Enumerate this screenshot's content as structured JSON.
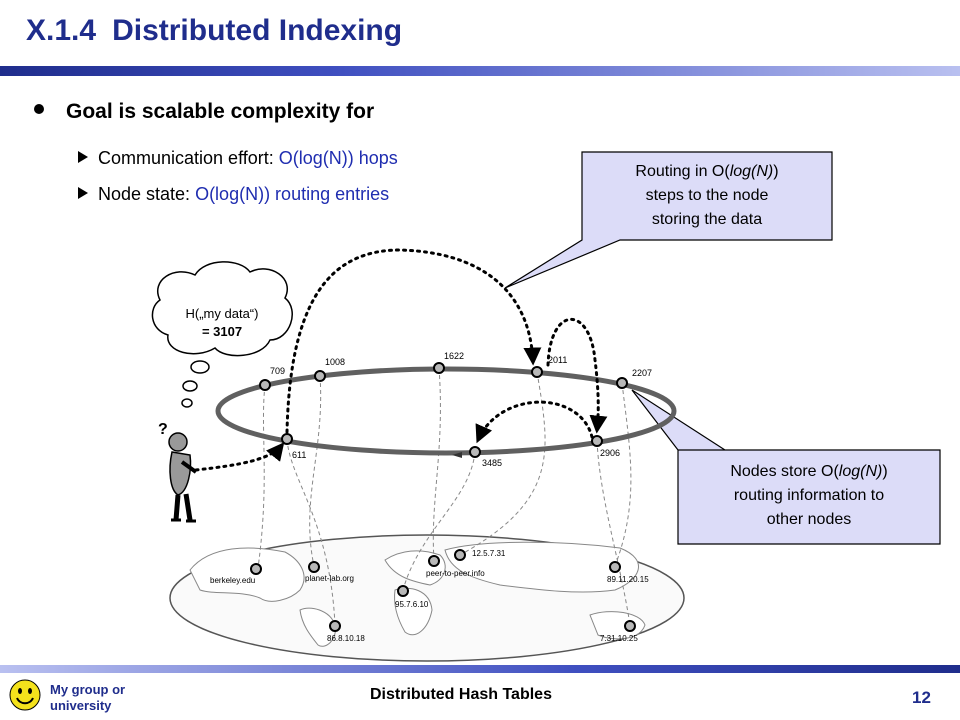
{
  "slide": {
    "number_label": "X.1.4",
    "title": "Distributed Indexing",
    "bullet": "Goal is scalable complexity for",
    "sub1": {
      "label": "Communication effort: ",
      "value": "O(log(N)) hops"
    },
    "sub2": {
      "label": "Node state: ",
      "value": "O(log(N)) routing entries"
    }
  },
  "callouts": {
    "top": {
      "line1_a": "Routing in O(",
      "line1_i": "log(N)",
      "line1_b": ")",
      "line2": "steps to the node",
      "line3": "storing the data"
    },
    "right": {
      "line1_a": "Nodes store O(",
      "line1_i": "log(N)",
      "line1_b": ")",
      "line2": "routing information to",
      "line3": "other nodes"
    }
  },
  "thought": {
    "line1": "H(„my data“)",
    "line2": "= 3107"
  },
  "ring_nodes": [
    "709",
    "1008",
    "1622",
    "2011",
    "2207",
    "611",
    "3485",
    "2906"
  ],
  "world_nodes": [
    "berkeley.edu",
    "planet-lab.org",
    "peer-to-peer.info",
    "12.5.7.31",
    "89.11.20.15",
    "95.7.6.10",
    "86.8.10.18",
    "7.31.10.25"
  ],
  "footer": {
    "org_line1": "My group or",
    "org_line2": "university",
    "title": "Distributed Hash Tables",
    "page": "12"
  },
  "colors": {
    "title": "#1f2d8c",
    "highlight": "#1f2db0",
    "callout_fill": "#dcdcf8",
    "ring": "#606060"
  }
}
